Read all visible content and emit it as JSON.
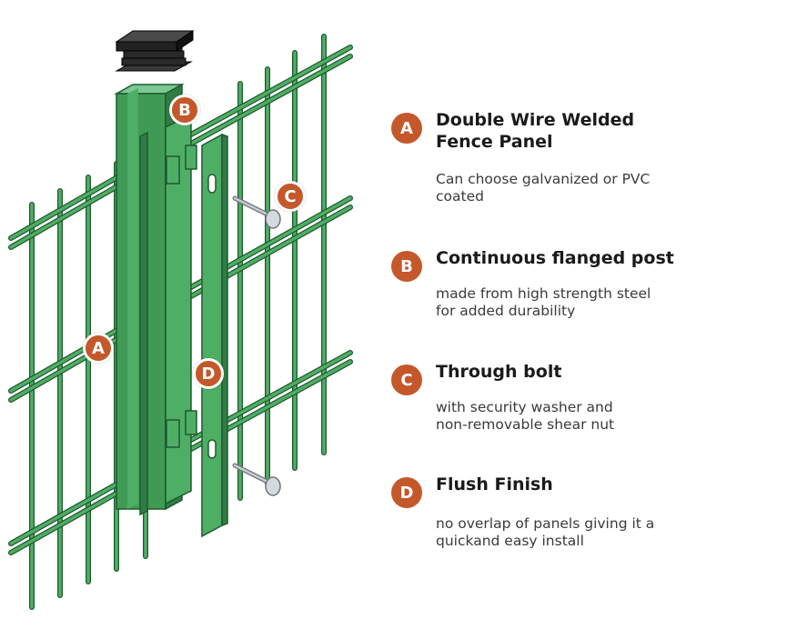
{
  "colors": {
    "badge": "#c4582a",
    "fence_green": "#3f9a55",
    "fence_dark": "#1f5a2e",
    "post_light": "#4fae66",
    "cap": "#2a2a2a",
    "bolt": "#b9bdc2"
  },
  "icons": {
    "post_cap": "end-cap",
    "bolt": "through-bolt"
  },
  "callouts": {
    "a": "A",
    "b": "B",
    "c": "C",
    "d": "D"
  },
  "legend": [
    {
      "letter": "A",
      "title": "Double Wire Welded Fence Panel",
      "description": "Can choose galvanized or PVC coated"
    },
    {
      "letter": "B",
      "title": "Continuous flanged post",
      "description": "made from high strength steel for added durability"
    },
    {
      "letter": "C",
      "title": "Through bolt",
      "description": "with security washer and non-removable shear nut"
    },
    {
      "letter": "D",
      "title": "Flush Finish",
      "description": "no overlap of panels giving it a quickand easy install"
    }
  ]
}
